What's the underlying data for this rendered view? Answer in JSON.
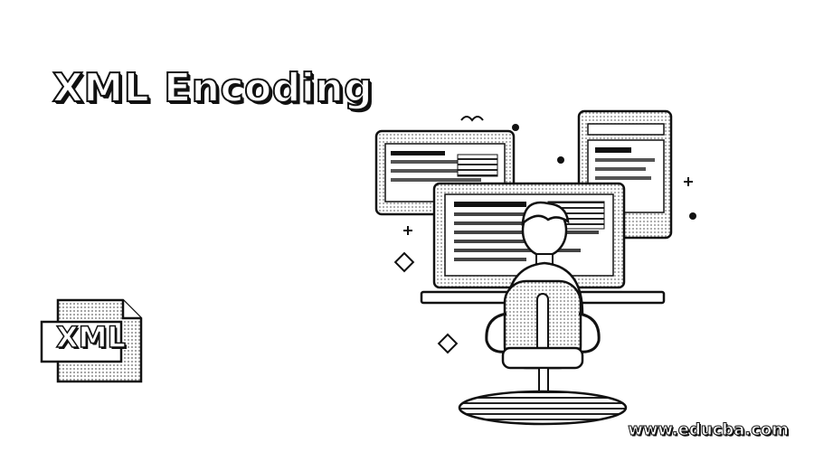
{
  "banner": {
    "title": "XML Encoding",
    "file_icon_label": "XML",
    "site_url": "www.educba.com"
  },
  "colors": {
    "ink": "#111111",
    "background": "#ffffff",
    "halftone": "#9a9a9a"
  },
  "icons": [
    "xml-file-icon",
    "developer-at-desk-illustration",
    "monitor-icon",
    "chair-icon"
  ]
}
